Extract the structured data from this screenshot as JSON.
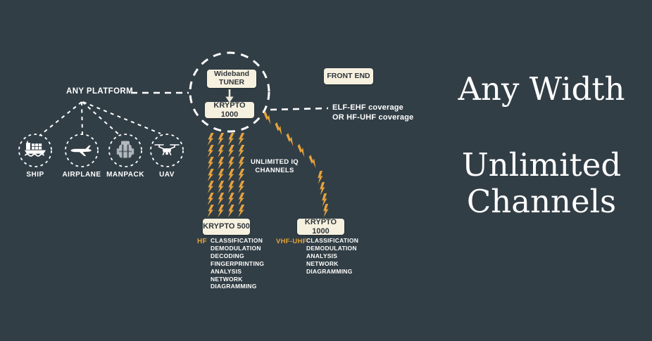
{
  "colors": {
    "background": "#323e46",
    "box_fill": "#f6f1df",
    "box_text": "#2f353a",
    "bolt_amber": "#e6a33c",
    "band_orange": "#e4a23c",
    "text_white": "#ffffff"
  },
  "platform": {
    "label": "ANY PLATFORM",
    "items": [
      {
        "name": "SHIP",
        "icon": "ship-icon"
      },
      {
        "name": "AIRPLANE",
        "icon": "airplane-icon"
      },
      {
        "name": "MANPACK",
        "icon": "manpack-icon"
      },
      {
        "name": "UAV",
        "icon": "uav-icon"
      }
    ]
  },
  "hub": {
    "tuner_label": "Wideband TUNER",
    "receiver_label": "KRYPTO 1000"
  },
  "front_end_label": "FRONT END",
  "coverage": {
    "line1": "ELF-EHF coverage",
    "line2": "OR HF-UHF coverage"
  },
  "iq_channels": {
    "line1": "UNLIMITED IQ",
    "line2": "CHANNELS"
  },
  "receivers": [
    {
      "label": "KRYPTO 500",
      "band": "HF",
      "features": [
        "CLASSIFICATION",
        "DEMODULATION",
        "DECODING",
        "FINGERPRINTING",
        "ANALYSIS",
        "NETWORK",
        "DIAGRAMMING"
      ]
    },
    {
      "label": "KRYPTO 1000",
      "band": "VHF-UHF",
      "features": [
        "CLASSIFICATION",
        "DEMODULATION",
        "ANALYSIS",
        "NETWORK",
        "DIAGRAMMING"
      ]
    }
  ],
  "headline": {
    "line1": "Any Width",
    "line2": "Unlimited",
    "line3": "Channels"
  }
}
